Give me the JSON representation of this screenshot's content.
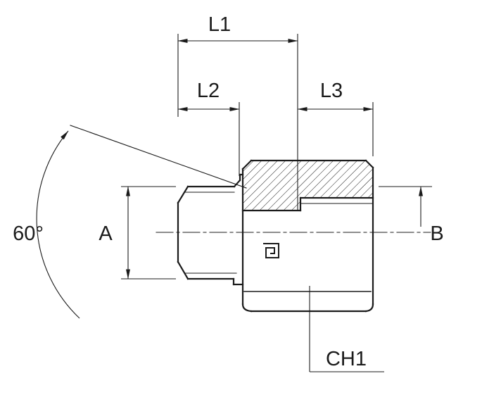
{
  "labels": {
    "l1": "L1",
    "l2": "L2",
    "l3": "L3",
    "angle": "60°",
    "a": "A",
    "b": "B",
    "ch1": "CH1"
  },
  "icons": {
    "logo_mark": "square-spiral-logo"
  },
  "colors": {
    "line": "#1b1b1b",
    "background": "#ffffff"
  }
}
